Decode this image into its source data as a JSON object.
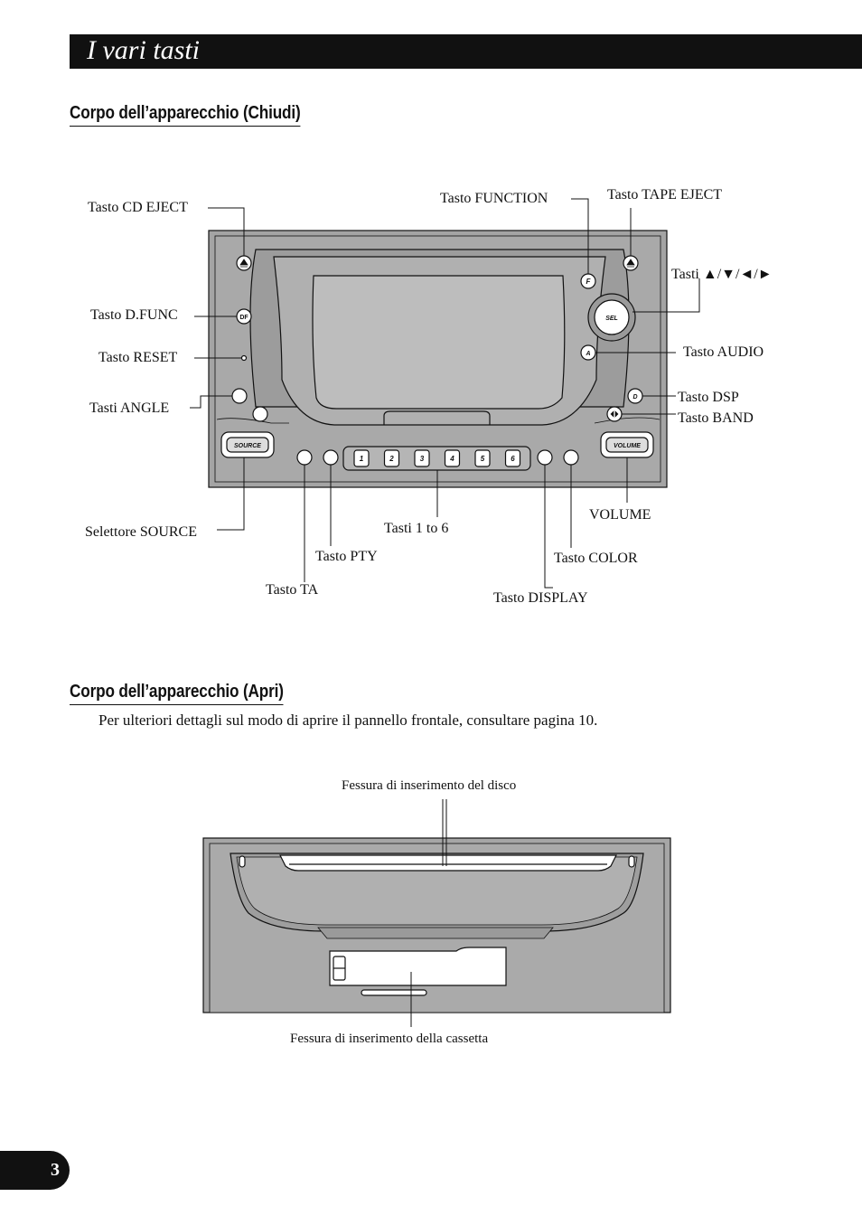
{
  "header": {
    "title": "I vari tasti"
  },
  "section_closed": {
    "heading": "Corpo dell’apparecchio (Chiudi)",
    "labels": {
      "cd_eject": "Tasto CD EJECT",
      "function": "Tasto FUNCTION",
      "tape_eject": "Tasto TAPE EJECT",
      "arrows": "Tasti ▲/▼/◄/►",
      "dfunc": "Tasto D.FUNC",
      "reset": "Tasto RESET",
      "audio": "Tasto AUDIO",
      "angle": "Tasti ANGLE",
      "dsp": "Tasto DSP",
      "band": "Tasto BAND",
      "source": "Selettore SOURCE",
      "presets": "Tasti 1 to 6",
      "volume": "VOLUME",
      "pty": "Tasto PTY",
      "color": "Tasto COLOR",
      "ta": "Tasto TA",
      "display": "Tasto DISPLAY"
    },
    "device": {
      "function_key": "F",
      "sel_key": "SEL",
      "audio_key": "A",
      "dfunc_key": "DF",
      "dsp_key": "D",
      "source_knob": "SOURCE",
      "volume_knob": "VOLUME",
      "preset_keys": [
        "1",
        "2",
        "3",
        "4",
        "5",
        "6"
      ]
    }
  },
  "section_open": {
    "heading": "Corpo dell’apparecchio (Apri)",
    "intro": "Per ulteriori dettagli sul modo di aprire il pannello frontale, consultare pagina 10.",
    "labels": {
      "disc_slot": "Fessura di inserimento del disco",
      "cassette_slot": "Fessura di inserimento della cassetta"
    }
  },
  "footer": {
    "page_number": "3"
  },
  "colors": {
    "panel": "#a8a8a8",
    "panel_dark": "#8e8e8e",
    "ink": "#111111",
    "screen": "#b3b3b3"
  }
}
